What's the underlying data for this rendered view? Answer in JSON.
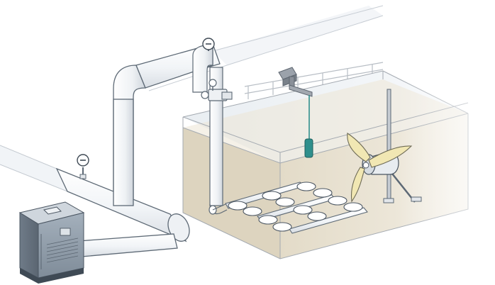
{
  "diagram": {
    "components": [
      {
        "id": "blower",
        "icon": "blower-unit-icon"
      },
      {
        "id": "main-air-pipe",
        "icon": "pipe-icon"
      },
      {
        "id": "drop-pipe",
        "icon": "pipe-icon"
      },
      {
        "id": "pressure-gauge-upper",
        "icon": "pressure-gauge-icon"
      },
      {
        "id": "pressure-gauge-lower",
        "icon": "pressure-gauge-icon"
      },
      {
        "id": "control-valve",
        "icon": "valve-icon"
      },
      {
        "id": "dissolved-oxygen-sensor",
        "icon": "sensor-probe-icon"
      },
      {
        "id": "disc-diffuser-grid",
        "icon": "diffuser-icon"
      },
      {
        "id": "submersible-mixer",
        "icon": "propeller-mixer-icon"
      },
      {
        "id": "aeration-tank",
        "icon": "tank-icon"
      }
    ],
    "colors": {
      "pipe_fill": "#f2f5f8",
      "pipe_stroke": "#5d6975",
      "water": "#e4dccb",
      "tank_line": "#9aa0a6",
      "propeller": "#f1e7b3",
      "blower_body": "#8b98a6",
      "sensor": "#2f8f8c",
      "bracket": "#8a9099"
    }
  }
}
